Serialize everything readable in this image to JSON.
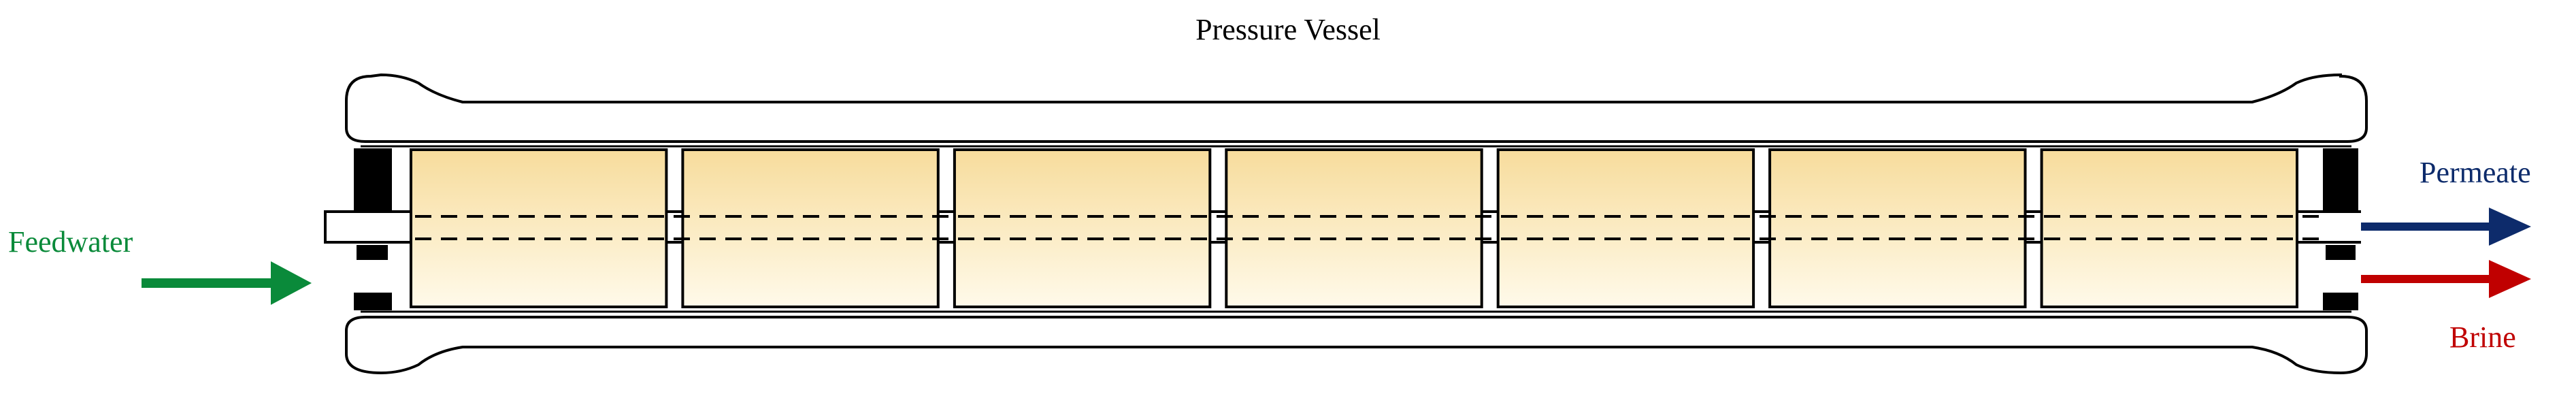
{
  "title": "Pressure Vessel",
  "labels": {
    "feedwater": "Feedwater",
    "permeate": "Permeate",
    "brine": "Brine"
  },
  "colors": {
    "feedwater": "#0a8a3a",
    "permeate": "#0d2b6b",
    "brine": "#c00000",
    "element_fill_top": "#f7dc9c",
    "element_fill_bottom": "#fffaea",
    "outline": "#000000",
    "seal": "#000000"
  },
  "membrane_elements": [
    {
      "id": 1
    },
    {
      "id": 2
    },
    {
      "id": 3
    },
    {
      "id": 4
    },
    {
      "id": 5
    },
    {
      "id": 6
    },
    {
      "id": 7
    }
  ]
}
